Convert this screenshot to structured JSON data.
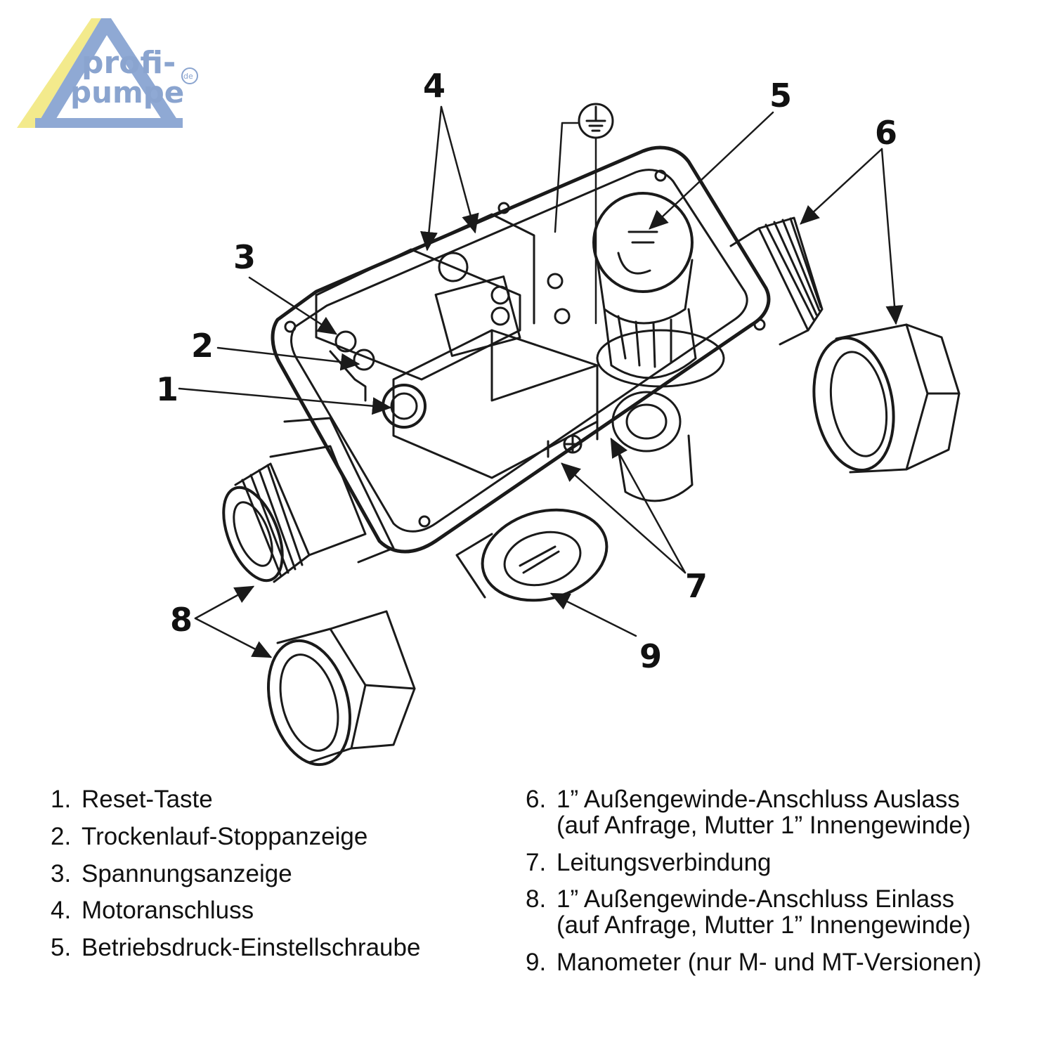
{
  "logo": {
    "line1": "profi-",
    "line2": "pumpe",
    "tld": "de"
  },
  "callouts": [
    "1",
    "2",
    "3",
    "4",
    "5",
    "6",
    "7",
    "8",
    "9"
  ],
  "legend_left": [
    {
      "num": "1.",
      "text": "Reset-Taste"
    },
    {
      "num": "2.",
      "text": "Trockenlauf-Stoppanzeige"
    },
    {
      "num": "3.",
      "text": "Spannungsanzeige"
    },
    {
      "num": "4.",
      "text": "Motoranschluss"
    },
    {
      "num": "5.",
      "text": "Betriebsdruck-Einstellschraube"
    }
  ],
  "legend_right": [
    {
      "num": "6.",
      "line1": "1” Außengewinde-Anschluss Auslass",
      "line2": "(auf Anfrage, Mutter 1” Innengewinde)"
    },
    {
      "num": "7.",
      "line1": "Leitungsverbindung",
      "line2": ""
    },
    {
      "num": "8.",
      "line1": "1” Außengewinde-Anschluss Einlass",
      "line2": "(auf Anfrage, Mutter 1” Innengewinde)"
    },
    {
      "num": "9.",
      "line1": "Manometer (nur M- und MT-Versionen)",
      "line2": ""
    }
  ],
  "colors": {
    "logo_blue": "#8fa9d4",
    "logo_yellow": "#f3ea8c",
    "logo_text": "#8aa4cf",
    "line": "#1a1a1a"
  }
}
